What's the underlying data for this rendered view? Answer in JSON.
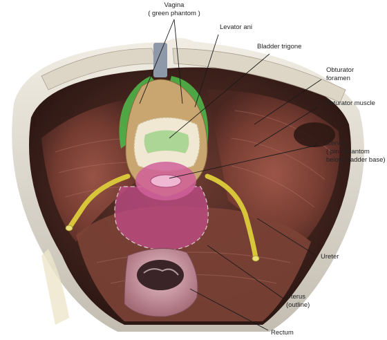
{
  "labels": {
    "vagina_line1": "Vagina",
    "vagina_line2": "( green phantom )",
    "levator_ani": "Levator ani",
    "bladder_trigone": "Bladder trigone",
    "obturator_foramen_line1": "Obturator",
    "obturator_foramen_line2": "foramen",
    "obturator_muscle": "Obturator muscle",
    "cervix_line1": "Cervix",
    "cervix_line2": "( pink phantom",
    "cervix_line3": "below bladder base)",
    "ureter": "Ureter",
    "uterus_line1": "Uterus",
    "uterus_line2": "(outline)",
    "rectum": "Rectum"
  },
  "colors": {
    "vagina_phantom": "#4fb548",
    "cervix_phantom": "#d0609a",
    "uterus_outline": "#c24c8a",
    "ureter": "#d8c63a",
    "muscle": "#8a4a3c",
    "bone": "#d9d4c8",
    "bladder": "#c9a56f"
  }
}
